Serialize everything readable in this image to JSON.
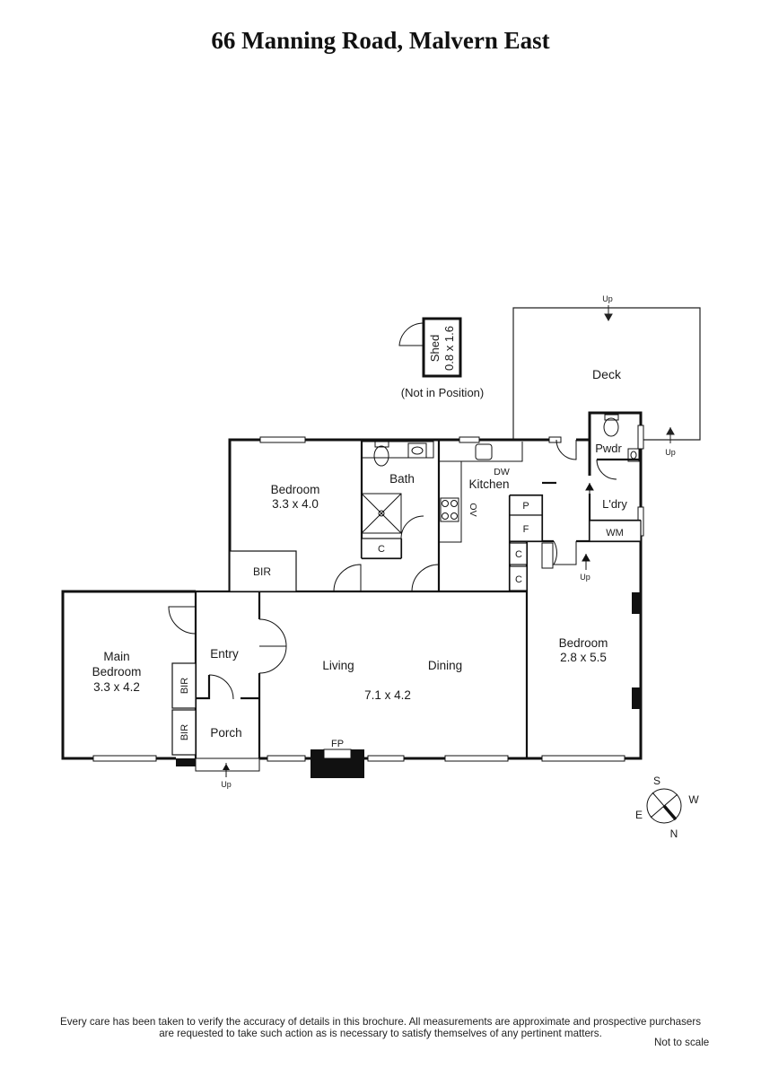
{
  "title": "66 Manning Road, Malvern East",
  "rooms": {
    "deck": "Deck",
    "shed": "Shed",
    "shed_dim": "0.8 x 1.6",
    "not_in_position": "(Not in Position)",
    "bedroom_top": "Bedroom",
    "bedroom_top_dim": "3.3 x 4.0",
    "bath": "Bath",
    "kitchen": "Kitchen",
    "dw": "DW",
    "ov": "OV",
    "pwdr": "Pwdr",
    "ldry": "L'dry",
    "wm": "WM",
    "pantry": "P",
    "fridge": "F",
    "bath_cupboard": "C",
    "cupboard_1": "C",
    "cupboard_2": "C",
    "bir_top": "BIR",
    "main_bedroom_line1": "Main",
    "main_bedroom_line2": "Bedroom",
    "main_bedroom_dim": "3.3 x 4.2",
    "bir_left_1": "BIR",
    "bir_left_2": "BIR",
    "entry": "Entry",
    "porch": "Porch",
    "living": "Living",
    "dining": "Dining",
    "living_dim": "7.1 x 4.2",
    "fp": "FP",
    "bedroom_right": "Bedroom",
    "bedroom_right_dim": "2.8 x 5.5"
  },
  "steps": {
    "deck_top": "Up",
    "deck_side": "Up",
    "laundry": "Up",
    "porch": "Up"
  },
  "compass": {
    "s": "S",
    "w": "W",
    "e": "E",
    "n": "N"
  },
  "disclaimer_line1": "Every care has been taken to verify the accuracy of details in this brochure.  All measurements are approximate and prospective purchasers",
  "disclaimer_line2": "are requested to take such action as is necessary to satisfy themselves of any pertinent matters.",
  "not_to_scale": "Not to scale"
}
